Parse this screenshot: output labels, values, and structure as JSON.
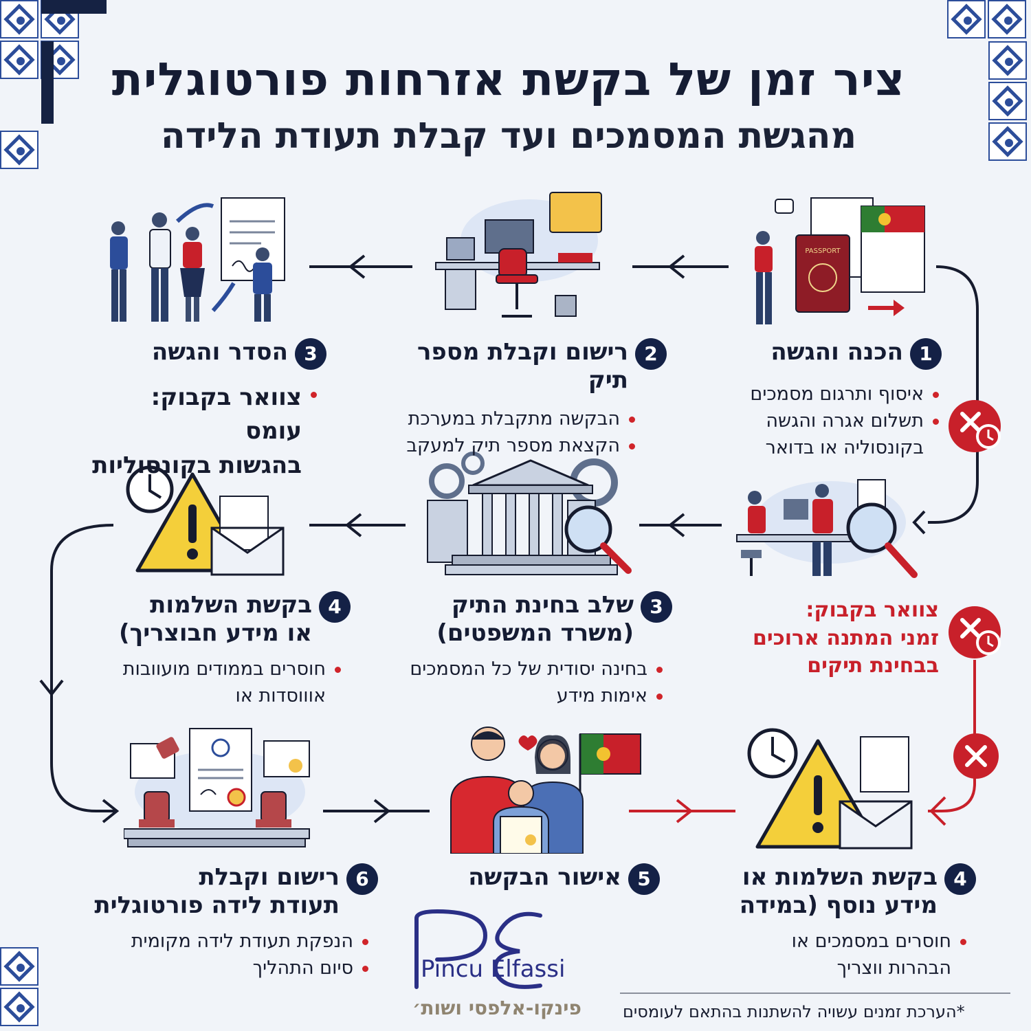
{
  "header": {
    "title": "ציר זמן של בקשת אזרחות פורטוגלית",
    "subtitle": "מהגשת המסמכים ועד קבלת תעודת הלידה"
  },
  "colors": {
    "navy": "#142146",
    "accent_red": "#c8202a",
    "flag_green": "#2e7d32",
    "tile_blue": "#2c4d9a",
    "background": "#f1f4f9"
  },
  "steps": [
    {
      "number": "1",
      "title_lines": [
        "הכנה והגשה"
      ],
      "bullets": [
        {
          "lines": [
            "איסוף ותרגום מסמכים"
          ]
        },
        {
          "lines": [
            "תשלום אגרה והגשה",
            "בקונסוליה או בדואר"
          ]
        }
      ],
      "icon_label": "PASSPORT"
    },
    {
      "number": "2",
      "title_lines": [
        "רישום וקבלת מספר תיק"
      ],
      "bullets": [
        {
          "lines": [
            "הבקשה מתקבלת במערכת"
          ]
        },
        {
          "lines": [
            "הקצאת מספר תיק למעקב"
          ]
        }
      ]
    },
    {
      "number": "3",
      "title_lines": [
        "הסדר והגשה"
      ],
      "bullets": [
        {
          "lines": [
            "צוואר בקבוק: עומס",
            "בהגשות בקונסוליות"
          ],
          "highlight": true
        }
      ]
    },
    {
      "number": "3",
      "title_lines": [
        "שלב בחינת התיק",
        "(משרד המשפטים)"
      ],
      "bullets": [
        {
          "lines": [
            "בחינה יסודית של כל המסמכים"
          ]
        },
        {
          "lines": [
            "אימות מידע"
          ]
        }
      ]
    },
    {
      "number": "4",
      "title_lines": [
        "בקשת השלמות",
        "או מידע חבוצריך)"
      ],
      "bullets": [
        {
          "lines": [
            "חוסרים בממודים מועוובות",
            "אוווסדות או"
          ]
        }
      ]
    },
    {
      "number": "4",
      "title_lines": [
        "בקשת השלמות או",
        "מידע נוסף (במידה"
      ],
      "bullets": [
        {
          "lines": [
            "חוסרים במסמכים או",
            "הבהרות ווצריך"
          ]
        }
      ]
    },
    {
      "number": "5",
      "title_lines": [
        "אישור הבקשה"
      ],
      "bullets": []
    },
    {
      "number": "6",
      "title_lines": [
        "רישום וקבלת",
        "תעודת לידה פורטוגלית"
      ],
      "bullets": [
        {
          "lines": [
            "הנפקת תעודת לידה מקומית"
          ]
        },
        {
          "lines": [
            "סיום התהליך"
          ]
        }
      ]
    }
  ],
  "bottleneck_review": {
    "lines": [
      "צוואר בקבוק:",
      "זמני המתנה ארוכים",
      "בבחינת תיקים"
    ]
  },
  "logo": {
    "latin_text": "Pincu Elfassi",
    "hebrew_text": "פינקו-אלפסי ושות׳"
  },
  "footnote": "*הערכת זמנים עשויה להשתנות בהתאם לעומסים"
}
